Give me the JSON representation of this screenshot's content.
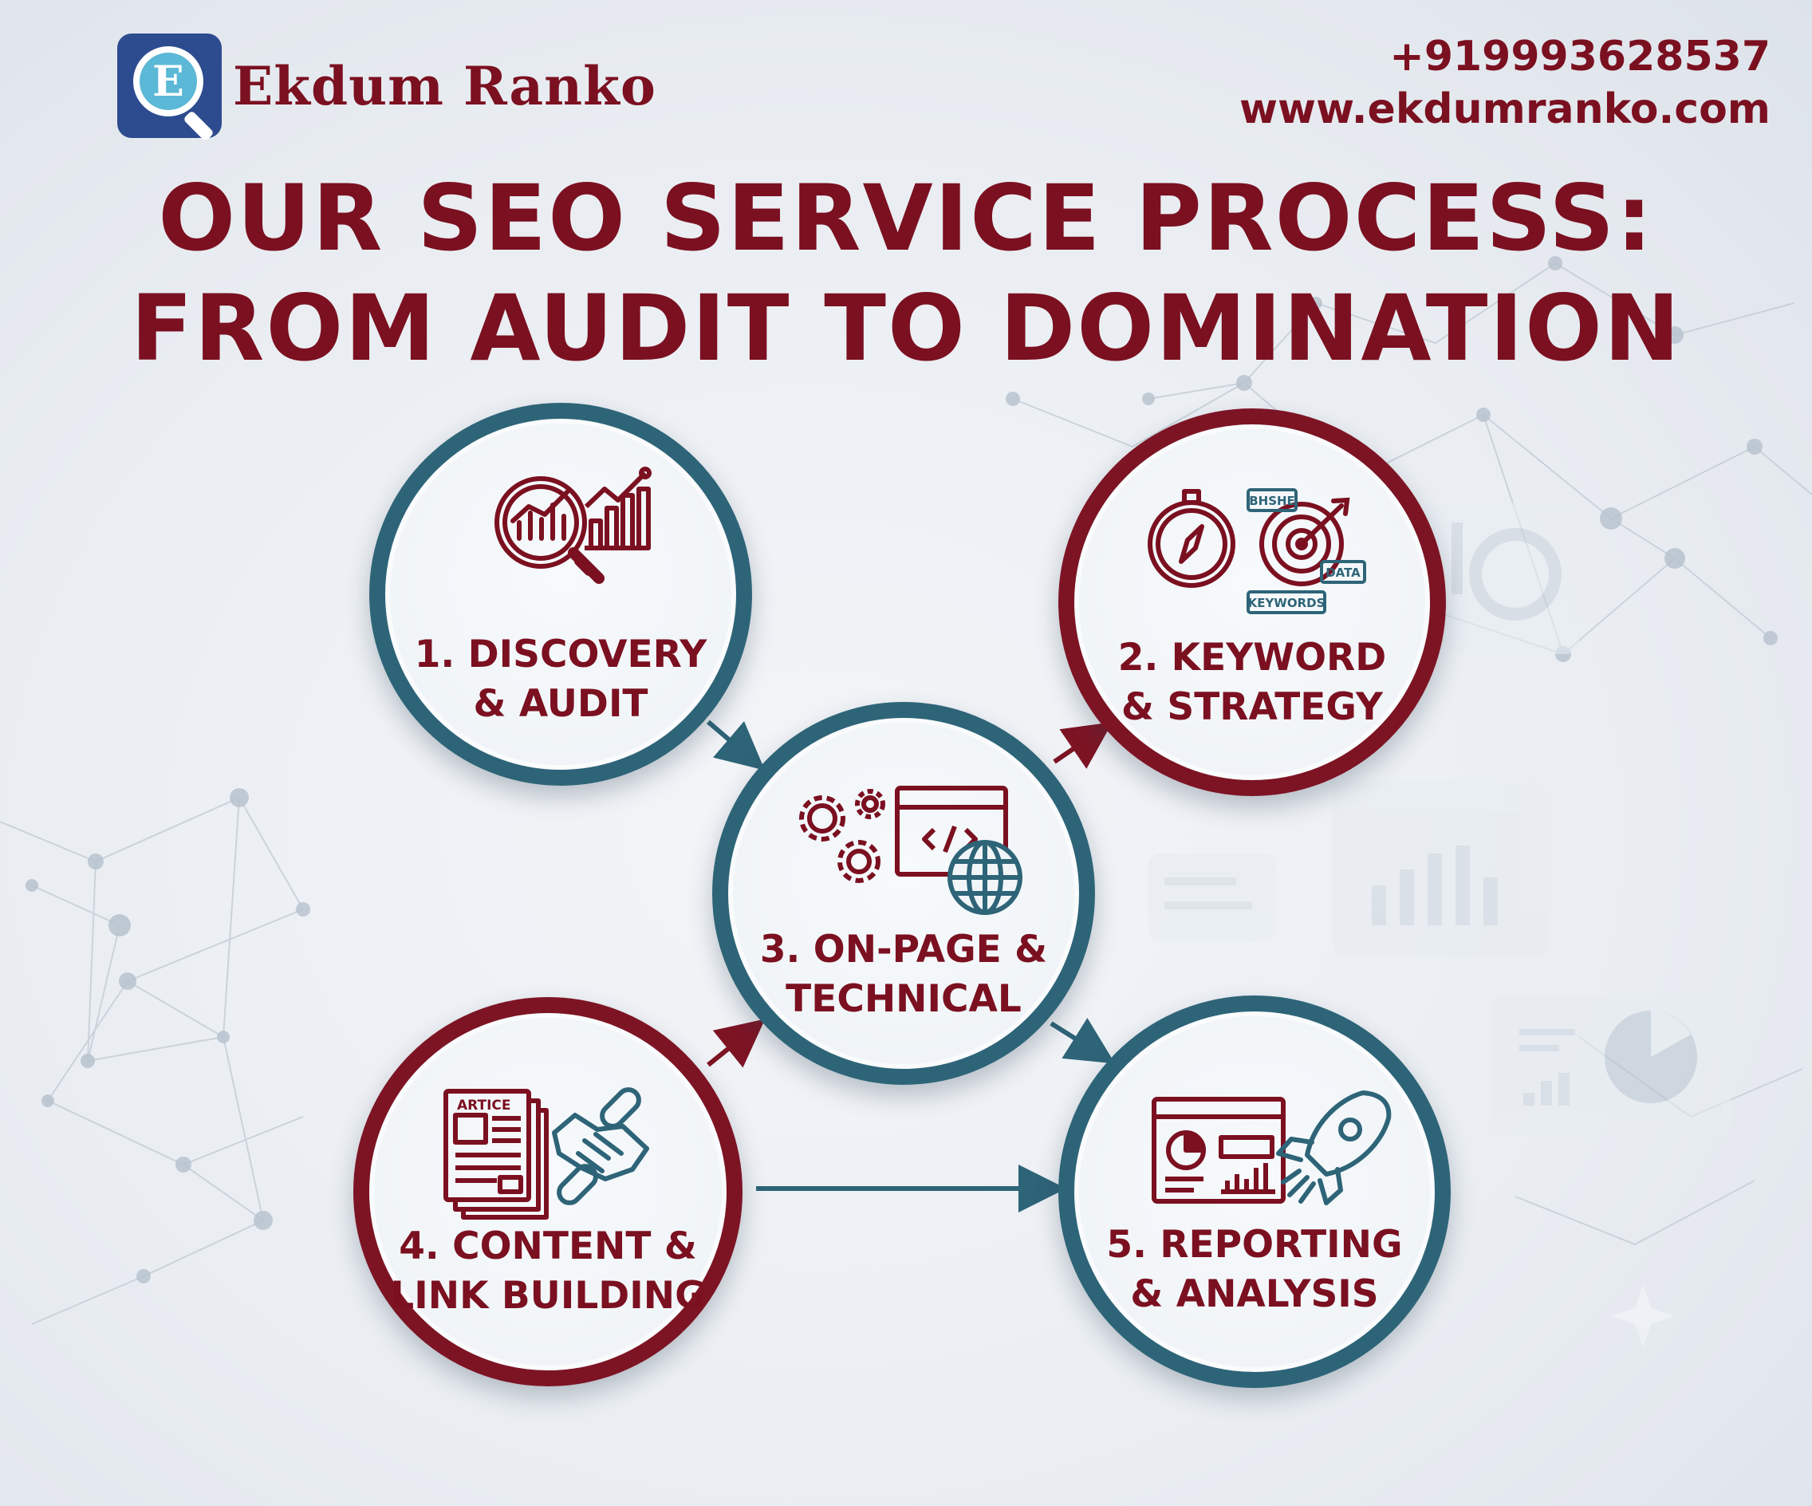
{
  "brand": {
    "logo_letter": "E",
    "name": "Ekdum Ranko",
    "phone": "+919993628537",
    "website": "www.ekdumranko.com"
  },
  "title": {
    "line1": "OUR SEO SERVICE PROCESS:",
    "line2": "FROM AUDIT TO DOMINATION"
  },
  "colors": {
    "maroon": "#7b1020",
    "teal": "#2e6478",
    "background": "#eaeef3"
  },
  "steps": [
    {
      "line1": "1. DISCOVERY",
      "line2": "& AUDIT",
      "ring": "teal",
      "icons": [
        "magnifier-chart-icon",
        "bar-chart-icon"
      ]
    },
    {
      "line1": "2. KEYWORD",
      "line2": "& STRATEGY",
      "ring": "maroon",
      "icons": [
        "compass-icon",
        "target-arrow-icon"
      ],
      "tags": [
        "BHSHE",
        "DATA",
        "KEYWORDS"
      ]
    },
    {
      "line1": "3. ON-PAGE &",
      "line2": "TECHNICAL",
      "ring": "teal",
      "icons": [
        "gears-icon",
        "code-window-icon",
        "globe-icon"
      ]
    },
    {
      "line1": "4. CONTENT &",
      "line2": "LINK BUILDING",
      "ring": "maroon",
      "icons": [
        "article-icon",
        "handshake-icon",
        "chain-link-icon"
      ],
      "tags": [
        "ARTICE"
      ]
    },
    {
      "line1": "5. REPORTING",
      "line2": "& ANALYSIS",
      "ring": "teal",
      "icons": [
        "dashboard-icon",
        "rocket-icon"
      ]
    }
  ],
  "flow": [
    {
      "from": 1,
      "to": 3
    },
    {
      "from": 3,
      "to": 2
    },
    {
      "from": 4,
      "to": 3
    },
    {
      "from": 3,
      "to": 5
    },
    {
      "from": 4,
      "to": 5
    }
  ]
}
